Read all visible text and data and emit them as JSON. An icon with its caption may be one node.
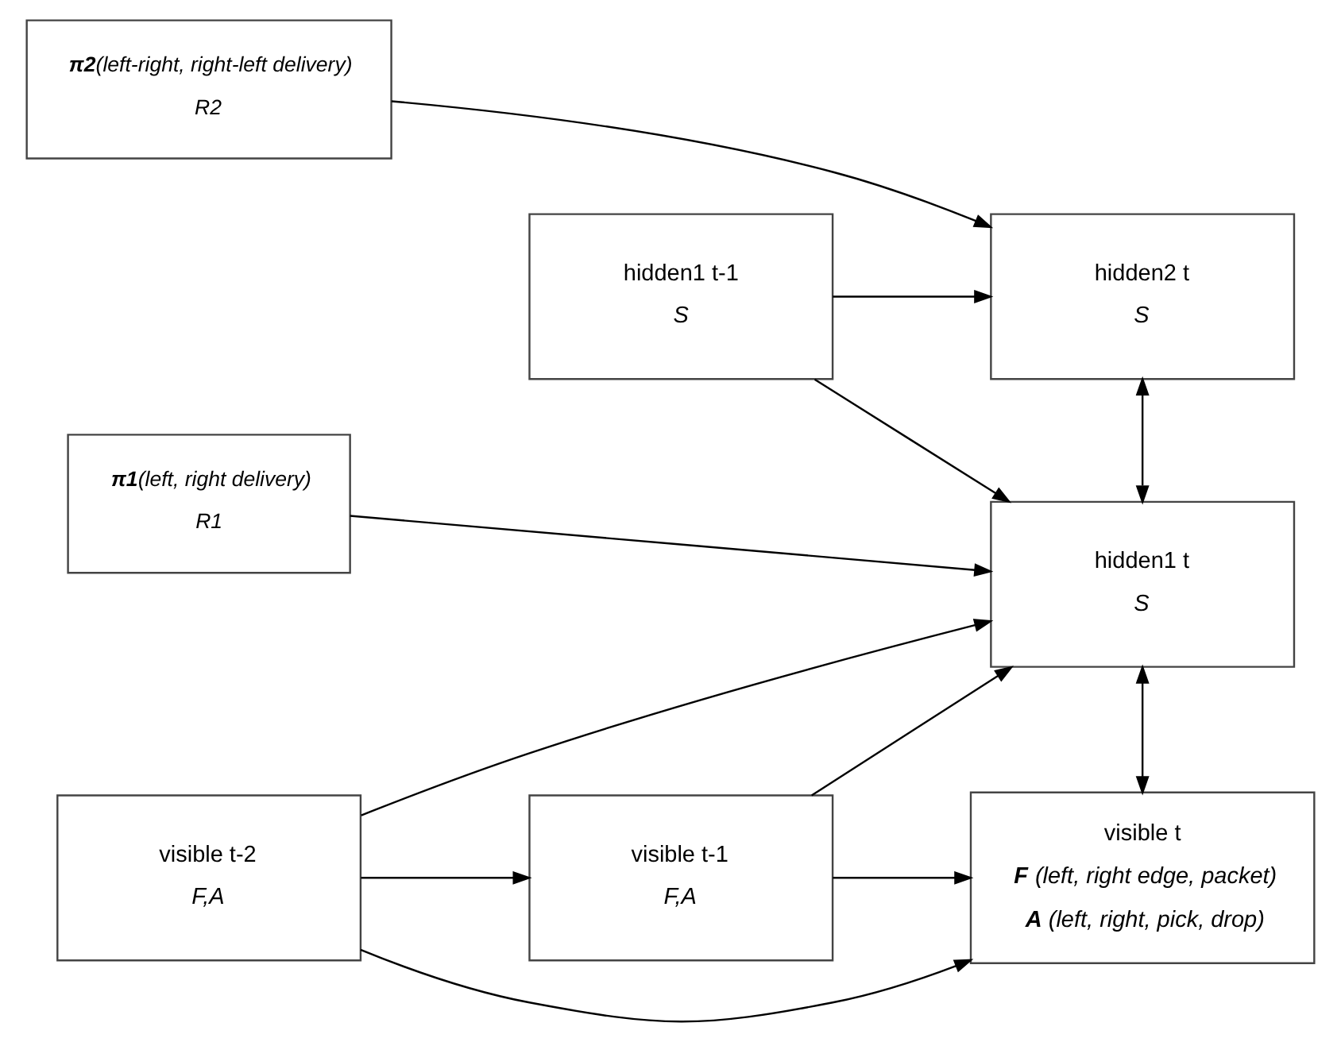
{
  "diagram": {
    "nodes": [
      {
        "text": [
          "**π2**(left-right, right-left delivery)",
          "R2"
        ]
      },
      {
        "text": [
          "hidden2 t",
          "S"
        ]
      },
      {
        "text": [
          "**π1**(left, right delivery)",
          "R1"
        ]
      },
      {
        "text": [
          "hidden1 t-1",
          "S"
        ]
      },
      {
        "text": [
          "hidden1 t",
          "S"
        ]
      },
      {
        "text": [
          "visible t-2",
          "F,A"
        ]
      },
      {
        "text": [
          "visible t-1",
          "F,A"
        ]
      },
      {
        "text": [
          "visible t",
          "**F** (left, right edge, packet)",
          "**A** (left, right, pick, drop)"
        ]
      }
    ],
    "edges": [
      {
        "from": 0,
        "to": 1,
        "arrow": "to"
      },
      {
        "from": 2,
        "to": 4,
        "arrow": "to"
      },
      {
        "from": 3,
        "to": 1,
        "arrow": "to"
      },
      {
        "from": 3,
        "to": 4,
        "arrow": "to"
      },
      {
        "from": 1,
        "to": 4,
        "arrow": "both"
      },
      {
        "from": 5,
        "to": 4,
        "arrow": "to"
      },
      {
        "from": 6,
        "to": 4,
        "arrow": "to"
      },
      {
        "from": 4,
        "to": 7,
        "arrow": "both"
      },
      {
        "from": 5,
        "to": 6,
        "arrow": "to"
      },
      {
        "from": 6,
        "to": 7,
        "arrow": "to"
      },
      {
        "from": 5,
        "to": 7,
        "arrow": "to"
      }
    ]
  }
}
